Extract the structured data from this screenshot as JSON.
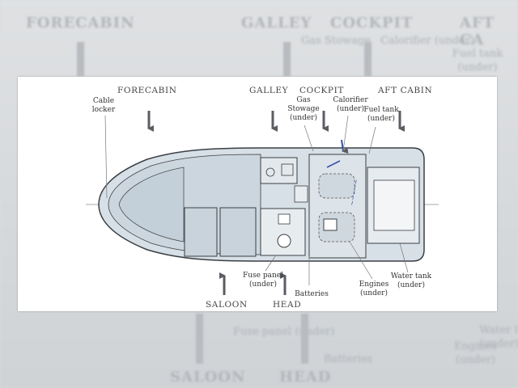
{
  "background": {
    "headings": [
      "FORECABIN",
      "GALLEY",
      "COCKPIT",
      "AFT CA",
      "SALOON",
      "HEAD"
    ],
    "labels": [
      "Gas\nStowage",
      "Calorifier\n(under)",
      "Fuel tank\n(under)",
      "Fuse panel\n(under)",
      "Batteries",
      "Engines\n(under)",
      "Water t\n(under)"
    ]
  },
  "diagram": {
    "headings": {
      "forecabin": "FORECABIN",
      "galley": "GALLEY",
      "cockpit": "COCKPIT",
      "aft_cabin": "AFT CABIN",
      "saloon": "SALOON",
      "head": "HEAD"
    },
    "labels": {
      "cable_locker": "Cable\nlocker",
      "gas_stowage": "Gas\nStowage\n(under)",
      "calorifier": "Calorifier\n(under)",
      "fuel_tank": "Fuel tank\n(under)",
      "fuse_panel": "Fuse panel\n(under)",
      "batteries": "Batteries",
      "engines": "Engines\n(under)",
      "water_tank": "Water tank\n(under)"
    },
    "colors": {
      "hull_fill": "#d7e0e6",
      "line": "#3b3f44",
      "arrow": "#5a5e63",
      "annotation": "#3a4fb0"
    }
  }
}
